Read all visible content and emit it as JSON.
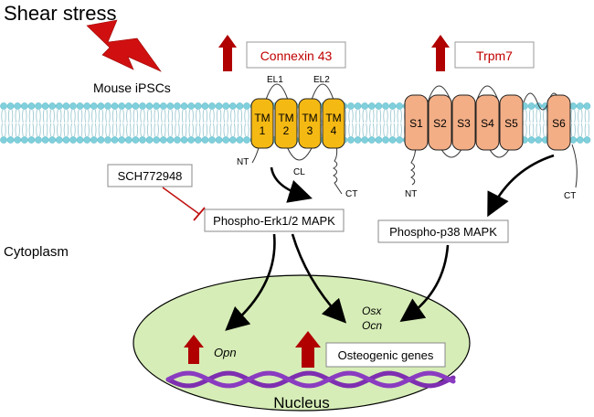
{
  "labels": {
    "shear_stress": "Shear stress",
    "mouse_ipscs": "Mouse iPSCs",
    "cytoplasm": "Cytoplasm",
    "nucleus": "Nucleus",
    "connexin43": "Connexin 43",
    "trpm7": "Trpm7",
    "sch772948": "SCH772948",
    "erk": "Phospho-Erk1/2 MAPK",
    "p38": "Phospho-p38 MAPK",
    "osteogenic_genes": "Osteogenic genes",
    "opn": "Opn",
    "osx": "Osx",
    "ocn": "Ocn"
  },
  "connexin_domains": {
    "tm": [
      {
        "top": "TM",
        "bottom": "1"
      },
      {
        "top": "TM",
        "bottom": "2"
      },
      {
        "top": "TM",
        "bottom": "3"
      },
      {
        "top": "TM",
        "bottom": "4"
      }
    ],
    "el1": "EL1",
    "el2": "EL2",
    "nt": "NT",
    "cl": "CL",
    "ct": "CT"
  },
  "trpm7_domains": {
    "segments": [
      "S1",
      "S2",
      "S3",
      "S4",
      "S5",
      "S6"
    ],
    "nt": "NT",
    "ct": "CT"
  },
  "colors": {
    "connexin_fill": "#f5b914",
    "trpm7_fill": "#f3ae86",
    "nucleus_fill": "#d6edb7",
    "up_arrow": "#b00000",
    "label_red": "#c00000",
    "dna": "#7e2fb0",
    "membrane_head": "#7fd0dc"
  }
}
